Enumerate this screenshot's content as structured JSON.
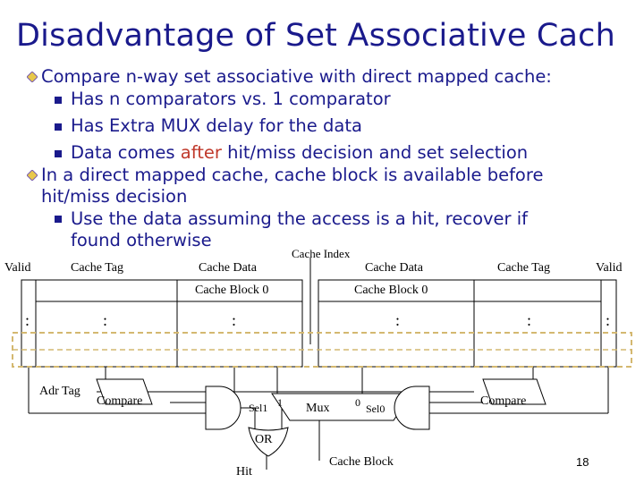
{
  "title": "Disadvantage of Set Associative Cach",
  "bullets": {
    "b1": "Compare n-way set associative with direct mapped cache:",
    "b1_sub1": "Has n comparators vs. 1 comparator",
    "b1_sub2": "Has Extra MUX delay for the data",
    "b1_sub3_pre": "Data comes ",
    "b1_sub3_hl": "after",
    "b1_sub3_post": " hit/miss decision and set selection",
    "b2_line1": "In a direct mapped cache, cache block is available before",
    "b2_line2": "hit/miss decision",
    "b2_sub1_line1": "Use the data assuming the access is a hit, recover if",
    "b2_sub1_line2": "found otherwise"
  },
  "diagram": {
    "cache_index": "Cache Index",
    "valid_left": "Valid",
    "cache_tag_left": "Cache Tag",
    "cache_data_left": "Cache Data",
    "cache_block0_left": "Cache Block 0",
    "cache_data_right": "Cache Data",
    "cache_block0_right": "Cache Block 0",
    "cache_tag_right": "Cache Tag",
    "valid_right": "Valid",
    "dots": ":",
    "adr_tag": "Adr Tag",
    "compare_left": "Compare",
    "sel1": "Sel1",
    "one": "1",
    "mux": "Mux",
    "zero": "0",
    "sel0": "Sel0",
    "compare_right": "Compare",
    "or": "OR",
    "cache_block": "Cache Block",
    "hit": "Hit"
  },
  "page_number": "18",
  "colors": {
    "text": "#1a1a8c",
    "highlight": "#c0392b",
    "dashed": "#d4b870"
  }
}
